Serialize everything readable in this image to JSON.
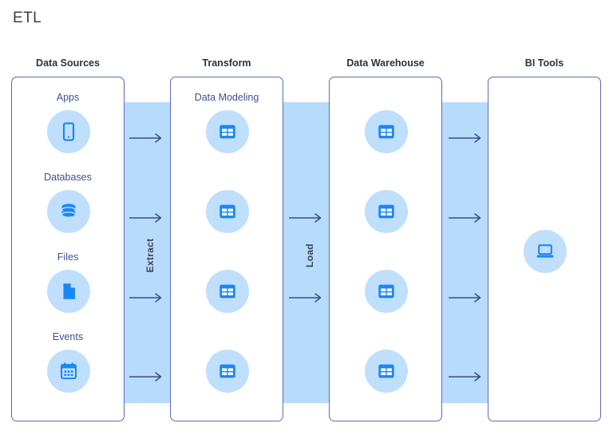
{
  "title": "ETL",
  "theme": {
    "band_fill": "#b7dcfb",
    "box_border": "#5b6bb5",
    "icon_disc_fill": "#bfdffc",
    "icon_glyph": "#1b87f5",
    "header_text": "#2f3337",
    "inner_label_text": "#3f4f9b",
    "arrow_color": "#3b4a8c",
    "gap_label_text": "#3a4356",
    "background": "#ffffff"
  },
  "columns": [
    {
      "id": "data-sources",
      "header": "Data Sources",
      "items": [
        {
          "label": "Apps",
          "icon": "mobile-phone-icon"
        },
        {
          "label": "Databases",
          "icon": "database-icon"
        },
        {
          "label": "Files",
          "icon": "file-document-icon"
        },
        {
          "label": "Events",
          "icon": "calendar-icon"
        }
      ]
    },
    {
      "id": "transform",
      "header": "Transform",
      "items": [
        {
          "label": "Data Modeling",
          "icon": "table-grid-icon"
        },
        {
          "label": "",
          "icon": "table-grid-icon"
        },
        {
          "label": "",
          "icon": "table-grid-icon"
        },
        {
          "label": "",
          "icon": "table-grid-icon"
        }
      ]
    },
    {
      "id": "data-warehouse",
      "header": "Data Warehouse",
      "items": [
        {
          "label": "",
          "icon": "table-grid-icon"
        },
        {
          "label": "",
          "icon": "table-grid-icon"
        },
        {
          "label": "",
          "icon": "table-grid-icon"
        },
        {
          "label": "",
          "icon": "table-grid-icon"
        }
      ]
    },
    {
      "id": "bi-tools",
      "header": "BI Tools",
      "items": [
        {
          "label": "",
          "icon": "laptop-monitor-icon"
        }
      ]
    }
  ],
  "connectors": [
    {
      "id": "extract",
      "label": "Extract",
      "arrow_count": 4
    },
    {
      "id": "load",
      "label": "Load",
      "arrow_count": 2
    },
    {
      "id": "serve",
      "label": "",
      "arrow_count": 4
    }
  ]
}
